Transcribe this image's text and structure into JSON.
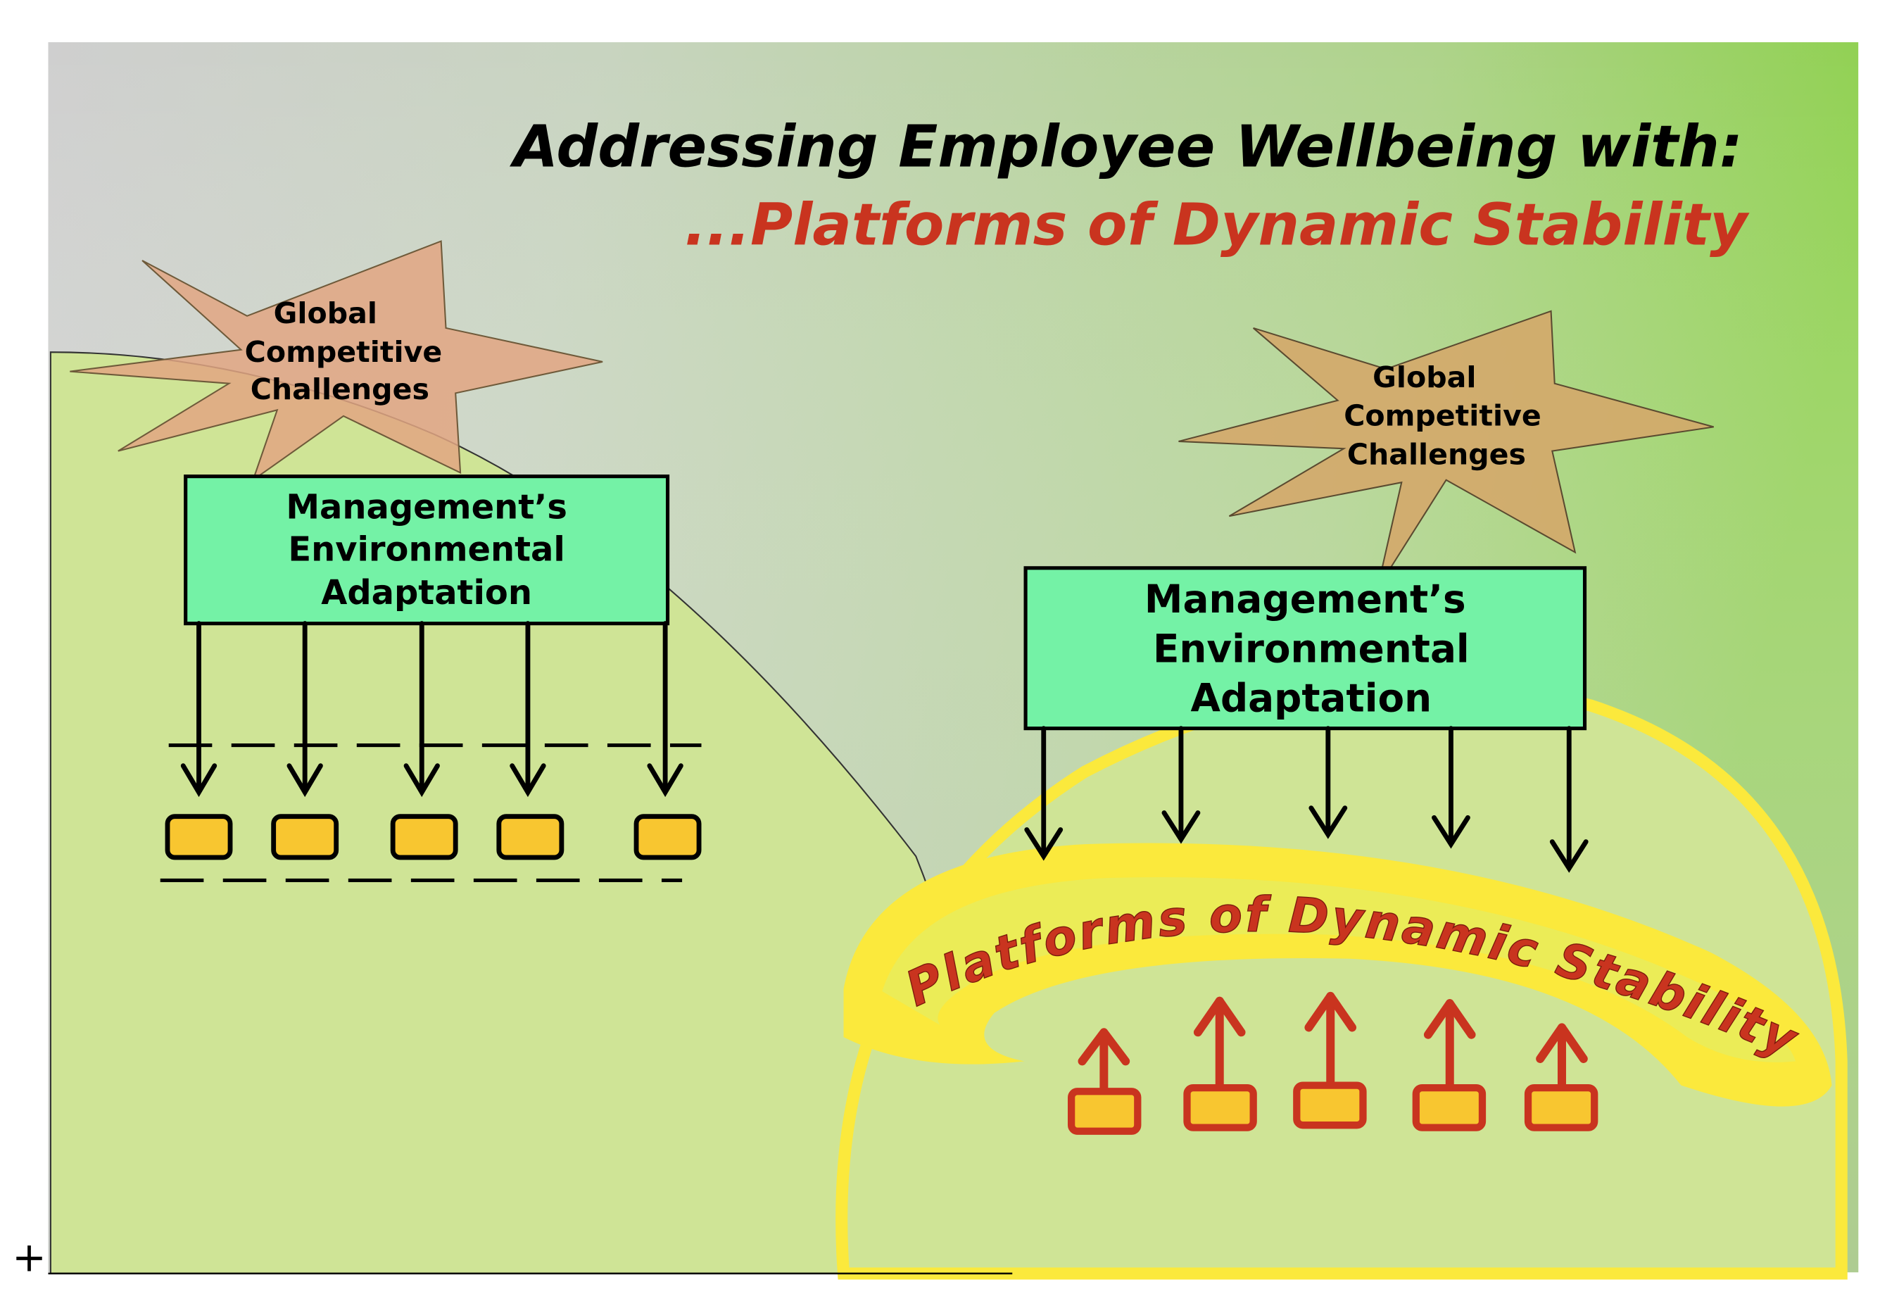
{
  "slide": {
    "title_line1": "Addressing Employee Wellbeing with:",
    "title_line2": "...Platforms of Dynamic Stability",
    "corner_mark": "+"
  },
  "left_panel": {
    "challenge_star": {
      "line1": "Global",
      "line2": "Competitive",
      "line3": "Challenges"
    },
    "management_box": {
      "line1": "Management’s",
      "line2": "Environmental",
      "line3": "Adaptation"
    },
    "employee_count": 5
  },
  "right_panel": {
    "challenge_star": {
      "line1": "Global",
      "line2": "Competitive",
      "line3": "Challenges"
    },
    "management_box": {
      "line1": "Management’s",
      "line2": "Environmental",
      "line3": "Adaptation"
    },
    "platform_label": "Platforms of Dynamic Stability",
    "employee_count": 5
  },
  "colors": {
    "background_gray": "#cfcfcf",
    "background_green": "#8fd14f",
    "hill_green": "#cfe496",
    "mgmt_box": "#74f2a6",
    "star_left": "#e2a682",
    "star_right": "#d4a96a",
    "employee_fill": "#f8c630",
    "platform_yellow": "#fbe93c",
    "accent_red": "#c9341f",
    "outline": "#000000"
  }
}
